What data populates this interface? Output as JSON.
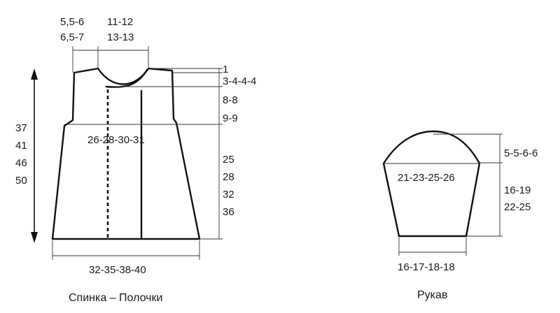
{
  "body": {
    "top_dims_left": [
      "5,5-6",
      "6,5-7"
    ],
    "top_dims_right": [
      "11-12",
      "13-13"
    ],
    "right_dims": [
      "1",
      "3-4-4-4",
      "8-8",
      "9-9"
    ],
    "length_right": [
      "25",
      "28",
      "32",
      "36"
    ],
    "length_left": [
      "37",
      "41",
      "46",
      "50"
    ],
    "width_label": "26-28-30-31",
    "bottom_label": "32-35-38-40",
    "caption": "Спинка – Полочки"
  },
  "sleeve": {
    "cap_height": "5-5-6-6",
    "width_label": "21-23-25-26",
    "length": [
      "16-19",
      "22-25"
    ],
    "bottom_label": "16-17-18-18",
    "caption": "Рукав"
  }
}
